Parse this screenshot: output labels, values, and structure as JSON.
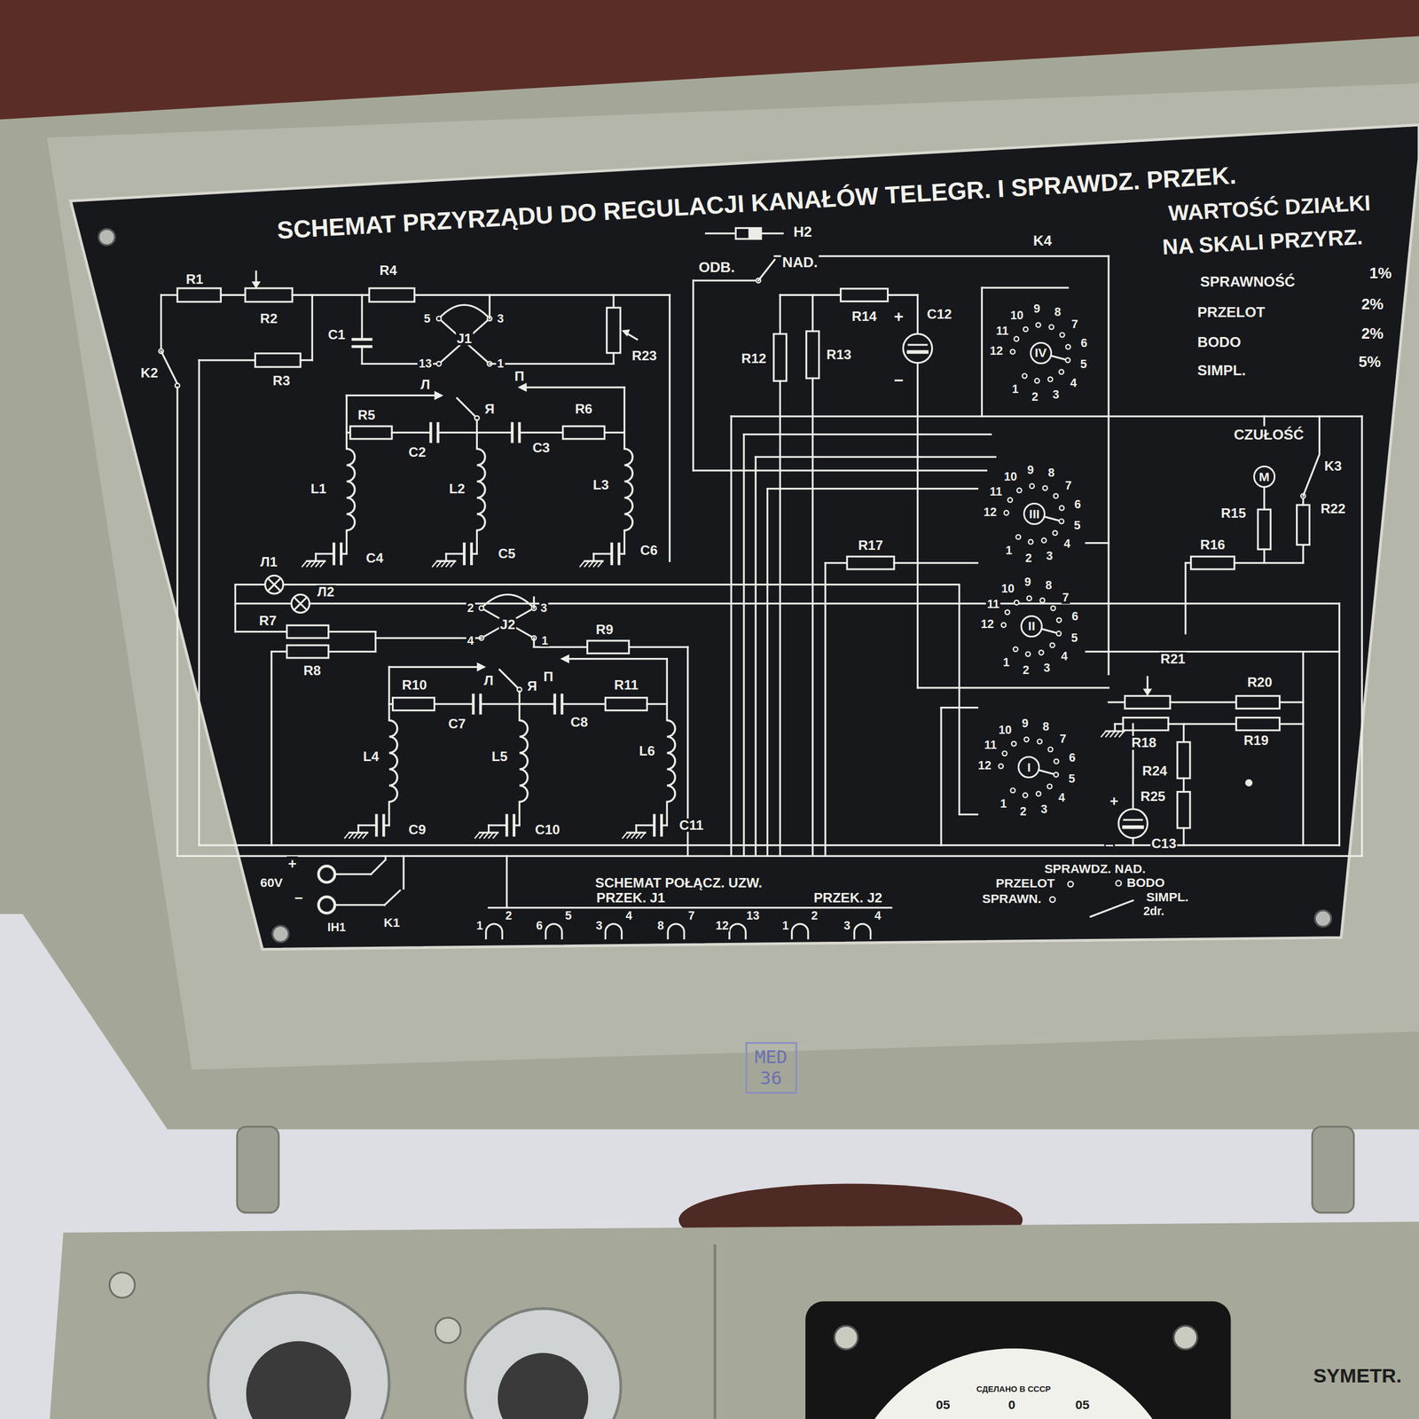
{
  "diagram": {
    "title": "SCHEMAT PRZYRZĄDU DO REGULACJI KANAŁÓW TELEGR. I SPRAWDZ. PRZEK.",
    "nodes": [
      {
        "text": [
          "MED 36"
        ]
      },
      {
        "text": [
          "M"
        ]
      },
      {
        "text": [
          "IV"
        ]
      },
      {
        "text": [
          "III"
        ]
      },
      {
        "text": [
          "II"
        ]
      },
      {
        "text": [
          "I"
        ]
      }
    ],
    "labels": [
      "WARTOŚĆ DZIAŁKI",
      "NA SKALI PRZYRZ.",
      "SPRAWNOŚĆ",
      "1%",
      "PRZELOT",
      "2%",
      "BODO",
      "2%",
      "SIMPL.",
      "5%",
      "CZUŁOŚĆ",
      "K3",
      "R15",
      "R22",
      "R16",
      "R21",
      "R20",
      "R18",
      "R19",
      "R24",
      "R25",
      "+",
      "−",
      "C13",
      "H2",
      "ODB.",
      "NAD.",
      "K4",
      "R14",
      "+",
      "C12",
      "−",
      "R12",
      "R13",
      "R17",
      "1",
      "2",
      "3",
      "4",
      "5",
      "6",
      "7",
      "8",
      "9",
      "10",
      "11",
      "12",
      "1",
      "2",
      "3",
      "4",
      "5",
      "6",
      "7",
      "8",
      "9",
      "10",
      "11",
      "12",
      "1",
      "2",
      "3",
      "4",
      "5",
      "6",
      "7",
      "8",
      "9",
      "10",
      "11",
      "12",
      "1",
      "2",
      "3",
      "4",
      "5",
      "6",
      "7",
      "8",
      "9",
      "10",
      "11",
      "12",
      "R1",
      "R2",
      "R4",
      "R3",
      "C1",
      "K2",
      "5",
      "J1",
      "3",
      "13",
      "1",
      "R23",
      "Л",
      "Я",
      "П",
      "R5",
      "R6",
      "C2",
      "C3",
      "L1",
      "L2",
      "L3",
      "C4",
      "C5",
      "C6",
      "Л1",
      "Л2",
      "R7",
      "R8",
      "2",
      "J2",
      "3",
      "4",
      "1",
      "R9",
      "Я",
      "Л",
      "П",
      "R10",
      "R11",
      "C7",
      "C8",
      "L4",
      "L5",
      "L6",
      "C9",
      "C10",
      "C11",
      "+",
      "60V",
      "−",
      "IH1",
      "K1",
      "SCHEMAT POŁĄCZ. UZW.",
      "PRZEK. J1",
      "PRZEK. J2",
      "1",
      "2",
      "6",
      "5",
      "3",
      "4",
      "8",
      "7",
      "12",
      "13",
      "1",
      "2",
      "3",
      "4",
      "SPRAWDZ. NAD.",
      "PRZELOT",
      "BODO",
      "SPRAWN.",
      "SIMPL.",
      "2dr.",
      "SYMETR.",
      "СДЕЛАНО В СССР",
      "05",
      "0",
      "05"
    ]
  }
}
